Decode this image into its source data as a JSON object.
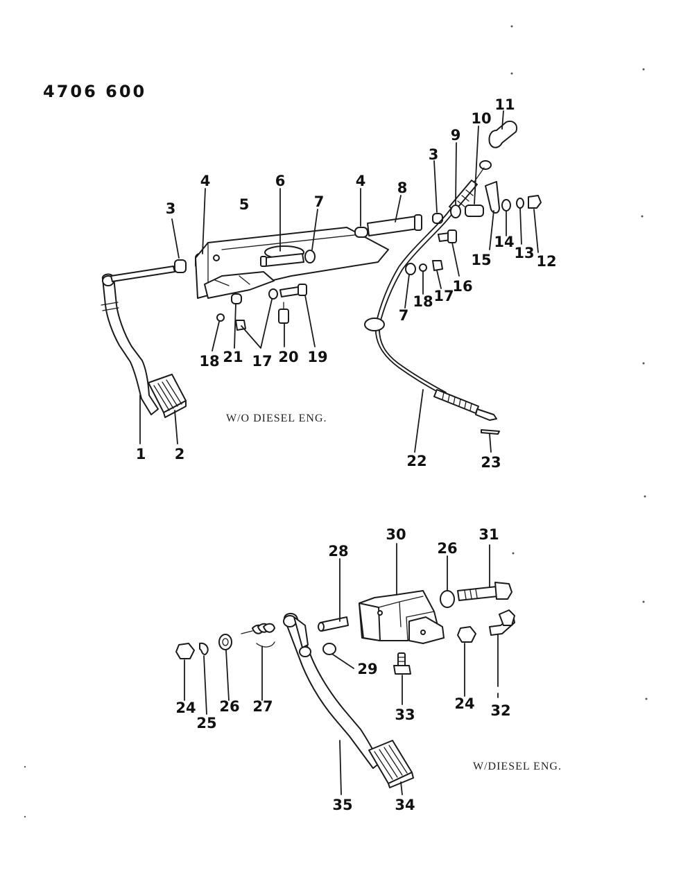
{
  "diagram": {
    "part_number": "4706 600",
    "top_caption": "W/O DIESEL ENG.",
    "bottom_caption": "W/DIESEL ENG.",
    "top_callouts": [
      "1",
      "2",
      "3",
      "4",
      "5",
      "6",
      "7",
      "4",
      "8",
      "3",
      "9",
      "10",
      "11",
      "15",
      "14",
      "13",
      "12",
      "16",
      "7",
      "18",
      "17",
      "18",
      "21",
      "17",
      "20",
      "19",
      "22",
      "23"
    ],
    "bottom_callouts": [
      "28",
      "30",
      "26",
      "31",
      "29",
      "24",
      "25",
      "26",
      "27",
      "33",
      "24",
      "32",
      "35",
      "34"
    ]
  },
  "colors": {
    "ink": "#1a1a1a",
    "paper": "#ffffff"
  }
}
